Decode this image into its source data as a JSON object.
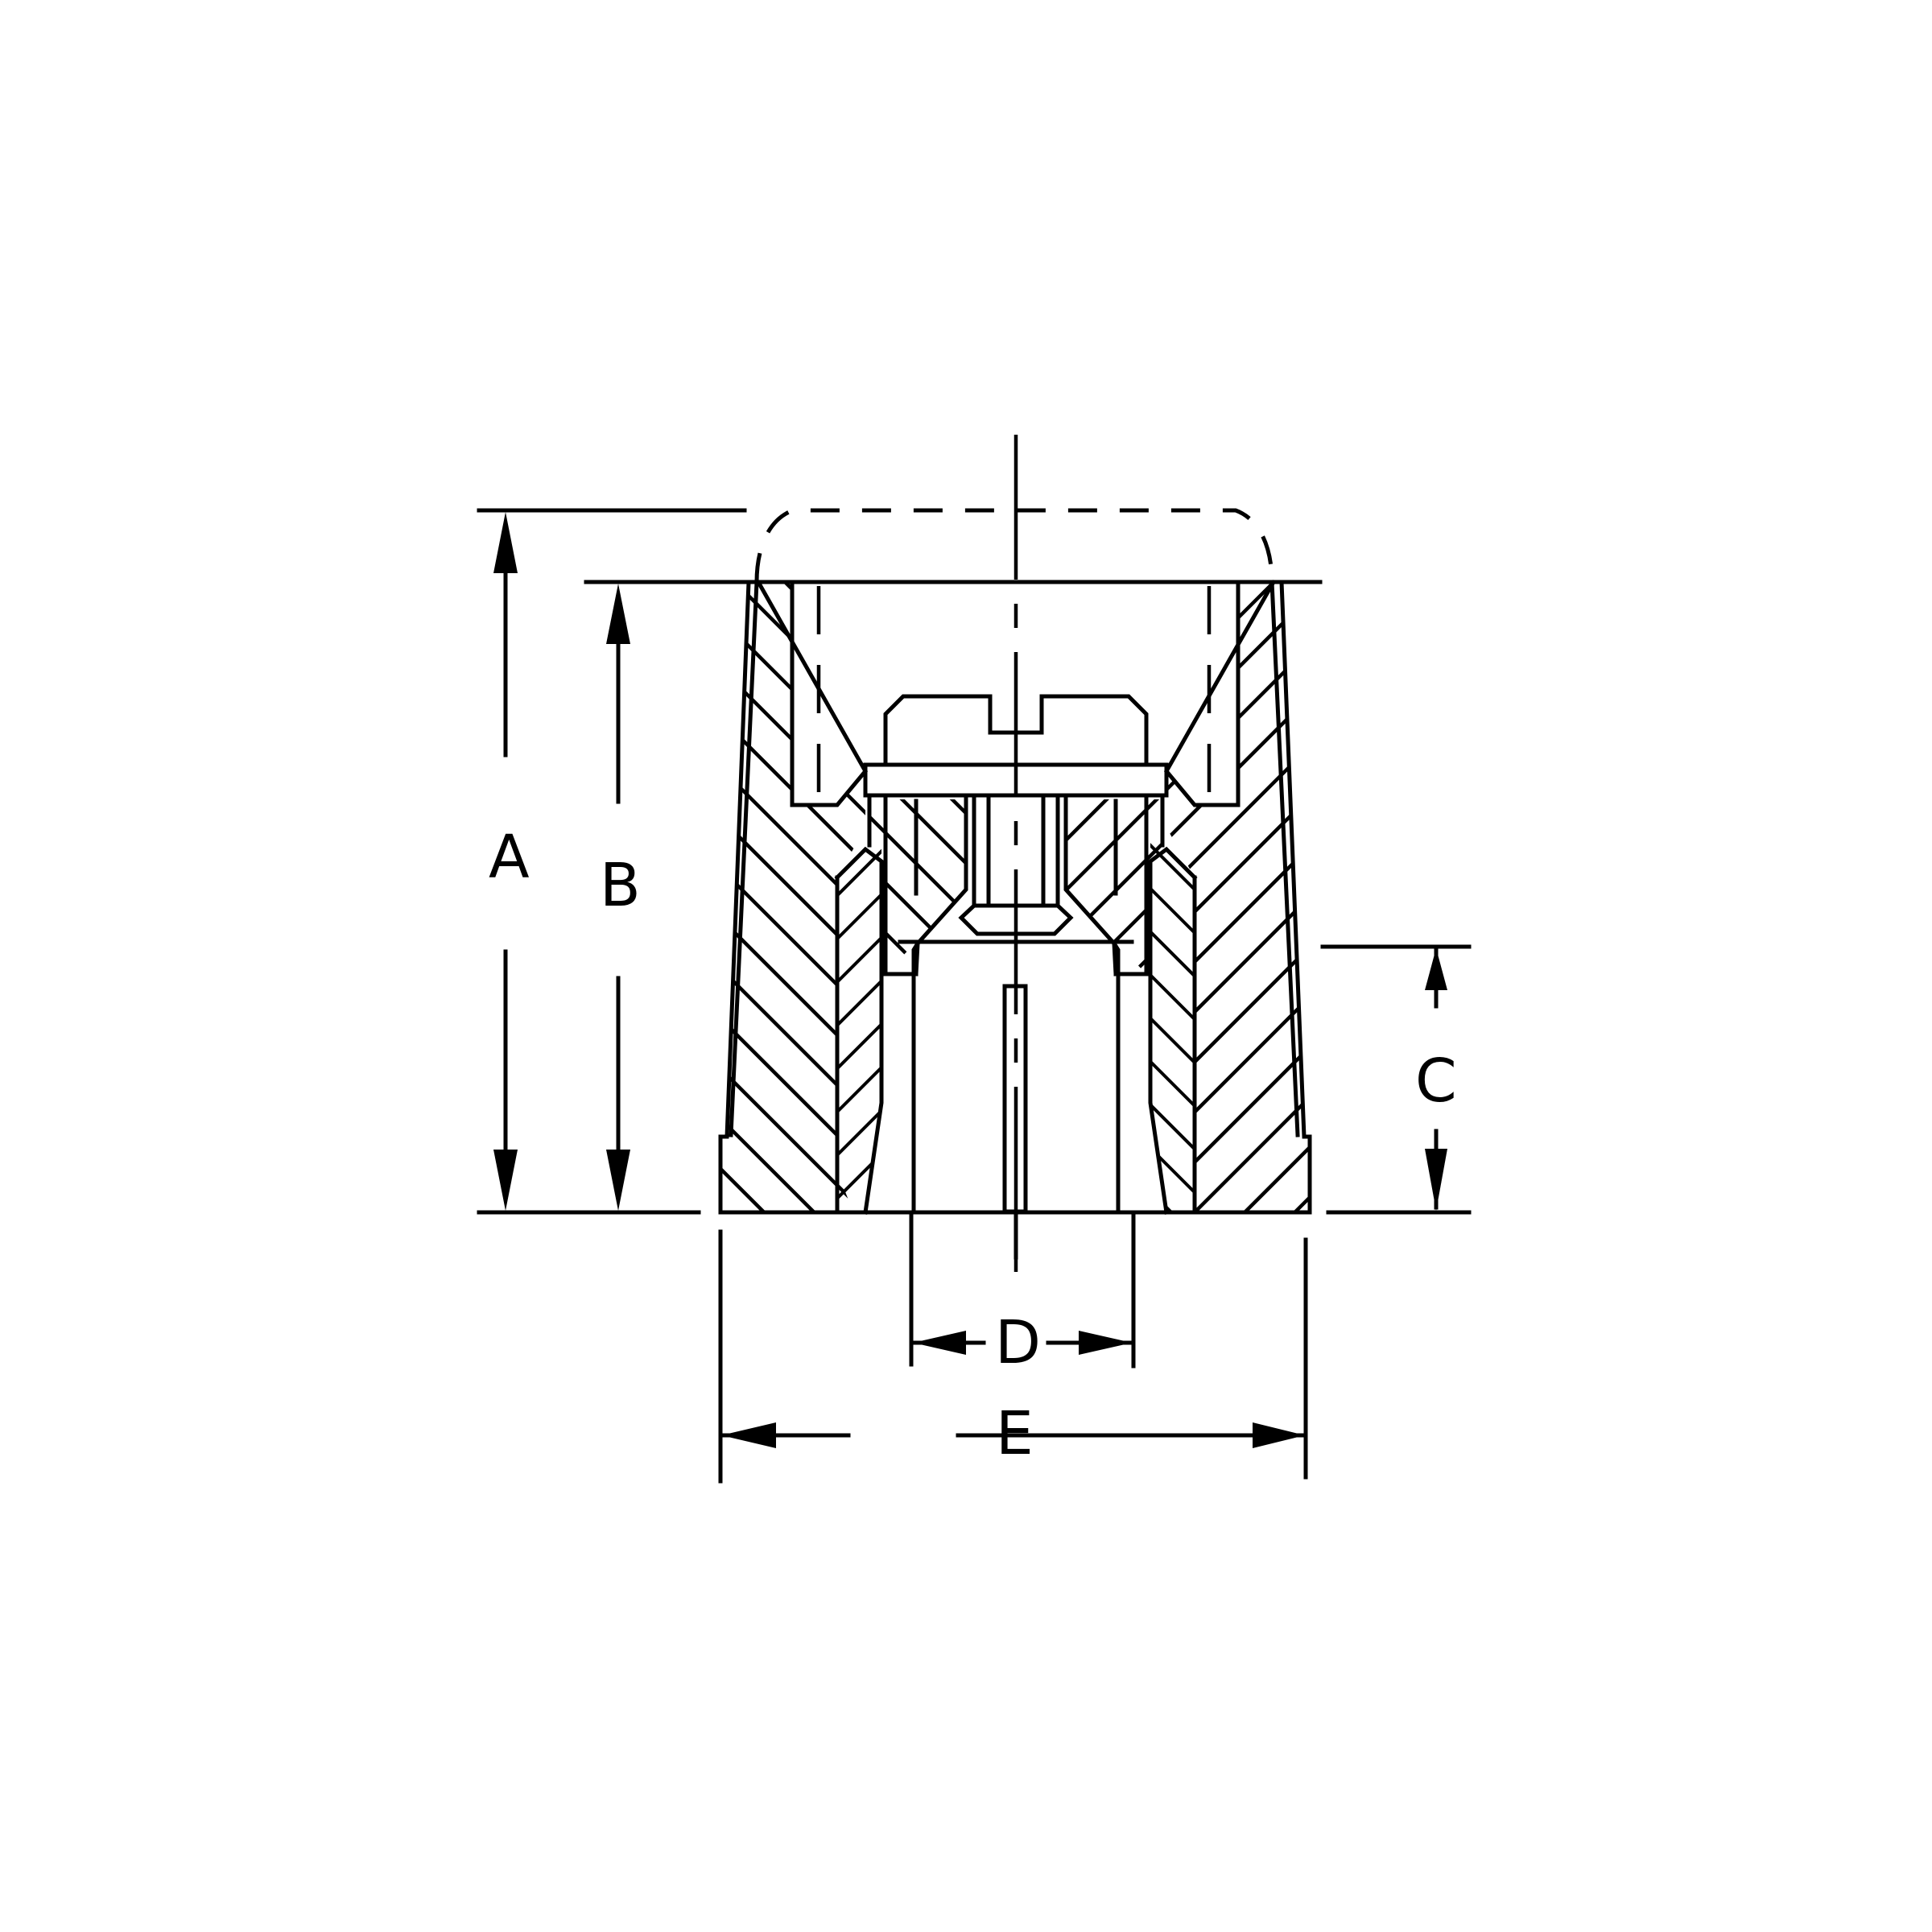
{
  "figure": {
    "type": "cross-section dimension drawing",
    "subject": "knob with set screw, sectioned view",
    "line_color": "#000000",
    "background": "#ffffff"
  },
  "dimensions": {
    "A": {
      "label": "A",
      "orientation": "vertical",
      "description": "overall height including cap"
    },
    "B": {
      "label": "B",
      "orientation": "vertical",
      "description": "body height"
    },
    "C": {
      "label": "C",
      "orientation": "vertical",
      "description": "skirt height"
    },
    "D": {
      "label": "D",
      "orientation": "horizontal",
      "description": "bore diameter"
    },
    "E": {
      "label": "E",
      "orientation": "horizontal",
      "description": "overall base diameter"
    }
  }
}
